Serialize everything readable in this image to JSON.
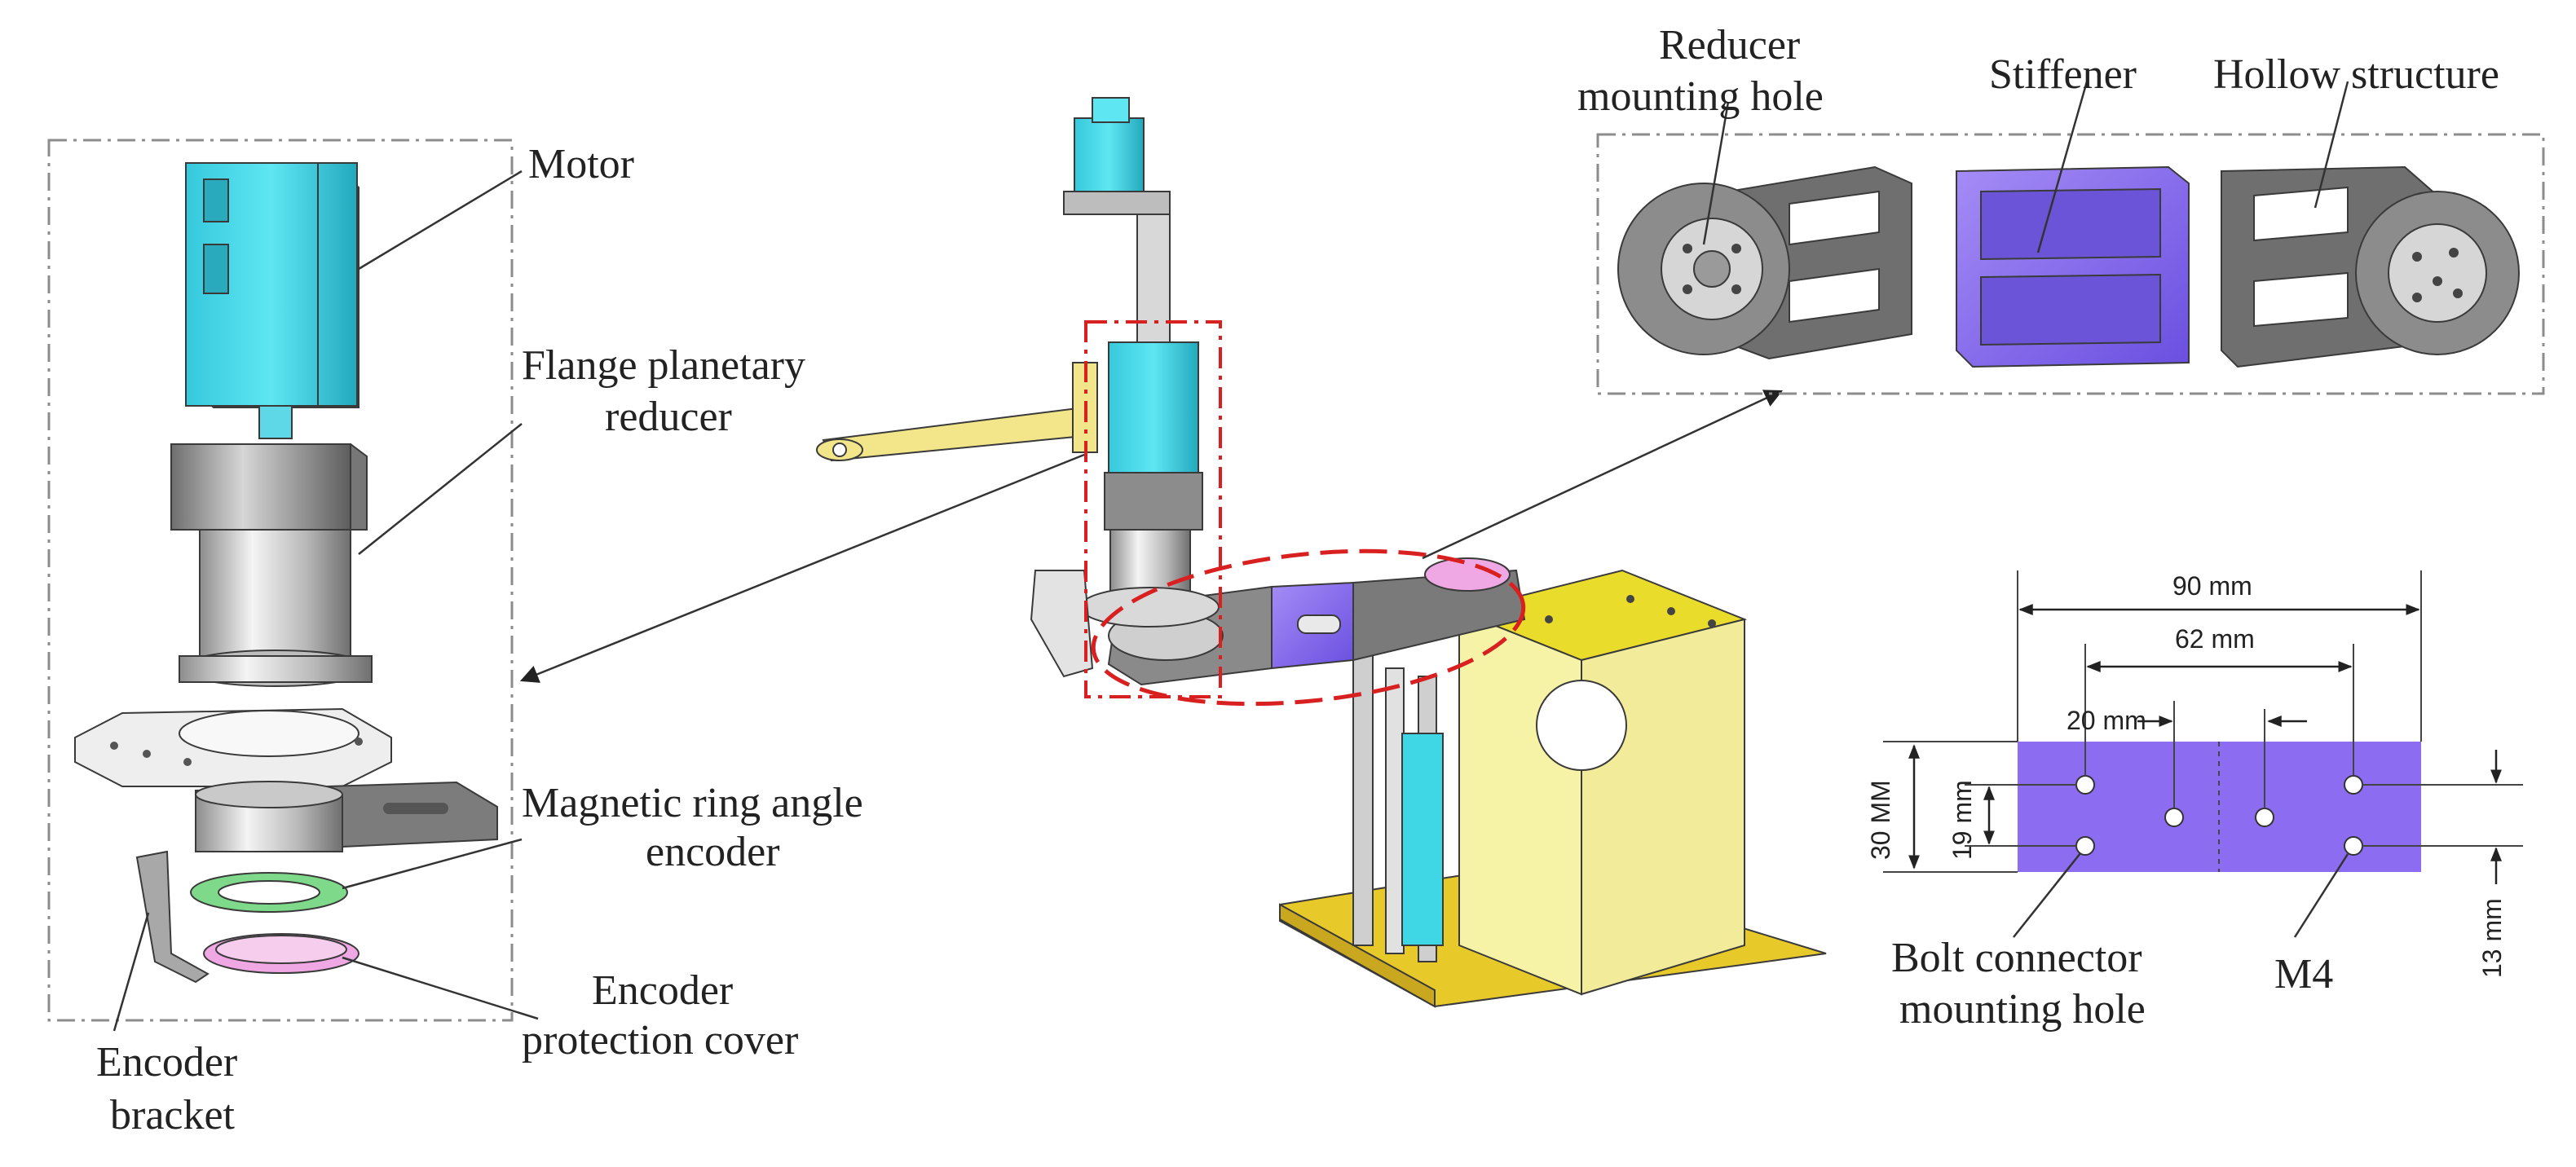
{
  "labels": {
    "motor": "Motor",
    "flange_line1": "Flange planetary",
    "flange_line2": "reducer",
    "magnetic_line1": "Magnetic ring angle",
    "magnetic_line2": "encoder",
    "cover_line1": "Encoder",
    "cover_line2": "protection cover",
    "bracket_line1": "Encoder",
    "bracket_line2": "bracket",
    "reducer_hole_line1": "Reducer",
    "reducer_hole_line2": "mounting hole",
    "stiffener": "Stiffener",
    "hollow": "Hollow structure",
    "bolt_line1": "Bolt connector",
    "bolt_line2": "mounting hole",
    "m4": "M4"
  },
  "dimensions": {
    "width_total": "90 mm",
    "hole_span": "62 mm",
    "hole_pitch": "20 mm",
    "height_total": "30 MM",
    "row_spacing": "19 mm",
    "edge_offset": "13 mm"
  },
  "colors": {
    "motor": "#3fd7e6",
    "reducer_gray": "#9a9a9a",
    "stiffener": "#8c6cf0",
    "yellow_frame": "#f6f3a6",
    "base_plate": "#e8c92a",
    "arm_yellow": "#f2e58a",
    "encoder_green": "#7ed98b",
    "encoder_pink": "#f0a8e4",
    "highlight_red": "#d82020"
  }
}
